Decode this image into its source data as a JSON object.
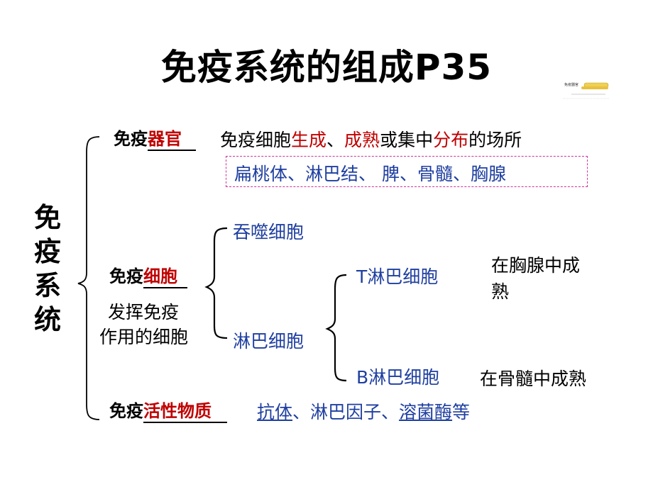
{
  "title": "免疫系统的组成P35",
  "side_label": [
    "免",
    "疫",
    "系",
    "统"
  ],
  "organs": {
    "prefix": "免疫",
    "fill": "器官",
    "desc_parts": [
      {
        "text": "免疫细胞",
        "color": "#000000"
      },
      {
        "text": "生成",
        "color": "#c00000"
      },
      {
        "text": "、",
        "color": "#000000"
      },
      {
        "text": "成熟",
        "color": "#c00000"
      },
      {
        "text": "或集中",
        "color": "#000000"
      },
      {
        "text": "分布",
        "color": "#c00000"
      },
      {
        "text": "的场所",
        "color": "#000000"
      }
    ],
    "examples": "扁桃体、淋巴结、 脾、骨髓、胸腺"
  },
  "cells": {
    "prefix": "免疫",
    "fill": "细胞",
    "def_line1": "发挥免疫",
    "def_line2": "作用的细胞",
    "phagocyte": "吞噬细胞",
    "lymphocyte": "淋巴细胞",
    "t_cell": "T淋巴细胞",
    "t_note_line1": "在胸腺中成",
    "t_note_line2": "熟",
    "b_cell": "B淋巴细胞",
    "b_note": "在骨髓中成熟"
  },
  "substances": {
    "prefix": "免疫",
    "fill": "活性物质",
    "ex_antibody": "抗体",
    "ex_sep1": "、淋巴因子、",
    "ex_lysozyme": "溶菌酶",
    "ex_end": "等"
  },
  "thumbnail": {
    "caption": "免疫器官"
  },
  "colors": {
    "accent_red": "#c00000",
    "blue": "#1f3fa0",
    "box_border": "#cc3399"
  }
}
